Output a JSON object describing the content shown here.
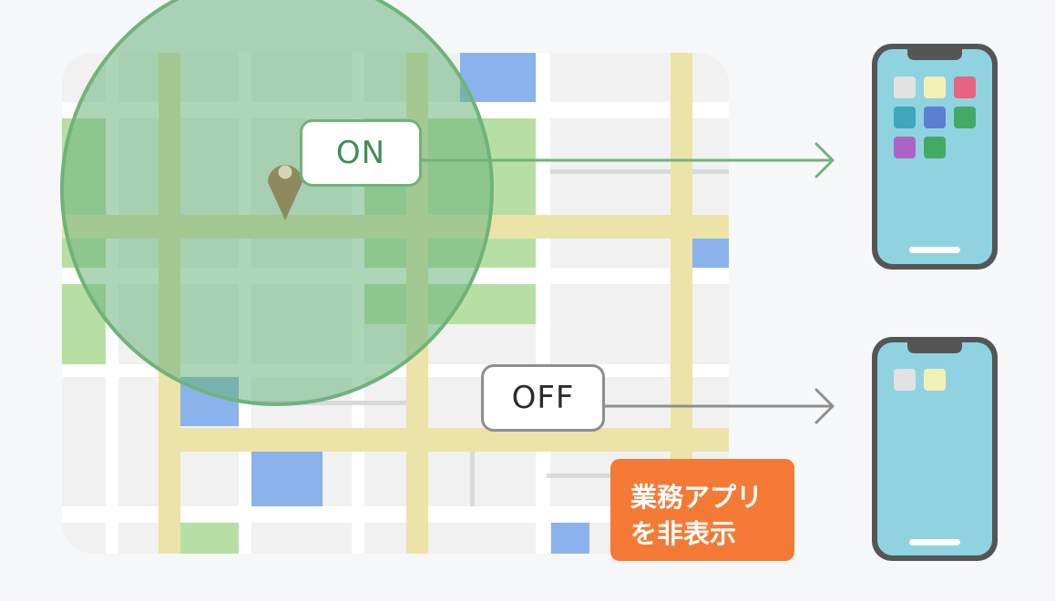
{
  "geofence": {
    "on_label": "ON",
    "off_label": "OFF"
  },
  "badge": {
    "line1": "業務アプリ",
    "line2": "を非表示"
  },
  "phones": [
    {
      "state": "on",
      "app_colors": [
        "#e2e2e2",
        "#f1f1b6",
        "#ea6283",
        "#3ea6bd",
        "#5b7fd2",
        "#43aa66",
        "#ad63c6",
        "#43aa66"
      ]
    },
    {
      "state": "off",
      "app_colors": [
        "#e2e2e2",
        "#f1f1b6"
      ]
    }
  ],
  "colors": {
    "on_accent": "#6fb37a",
    "off_accent": "#8e8e8e",
    "badge": "#f47a36",
    "phone_screen": "#8fd3e1"
  }
}
